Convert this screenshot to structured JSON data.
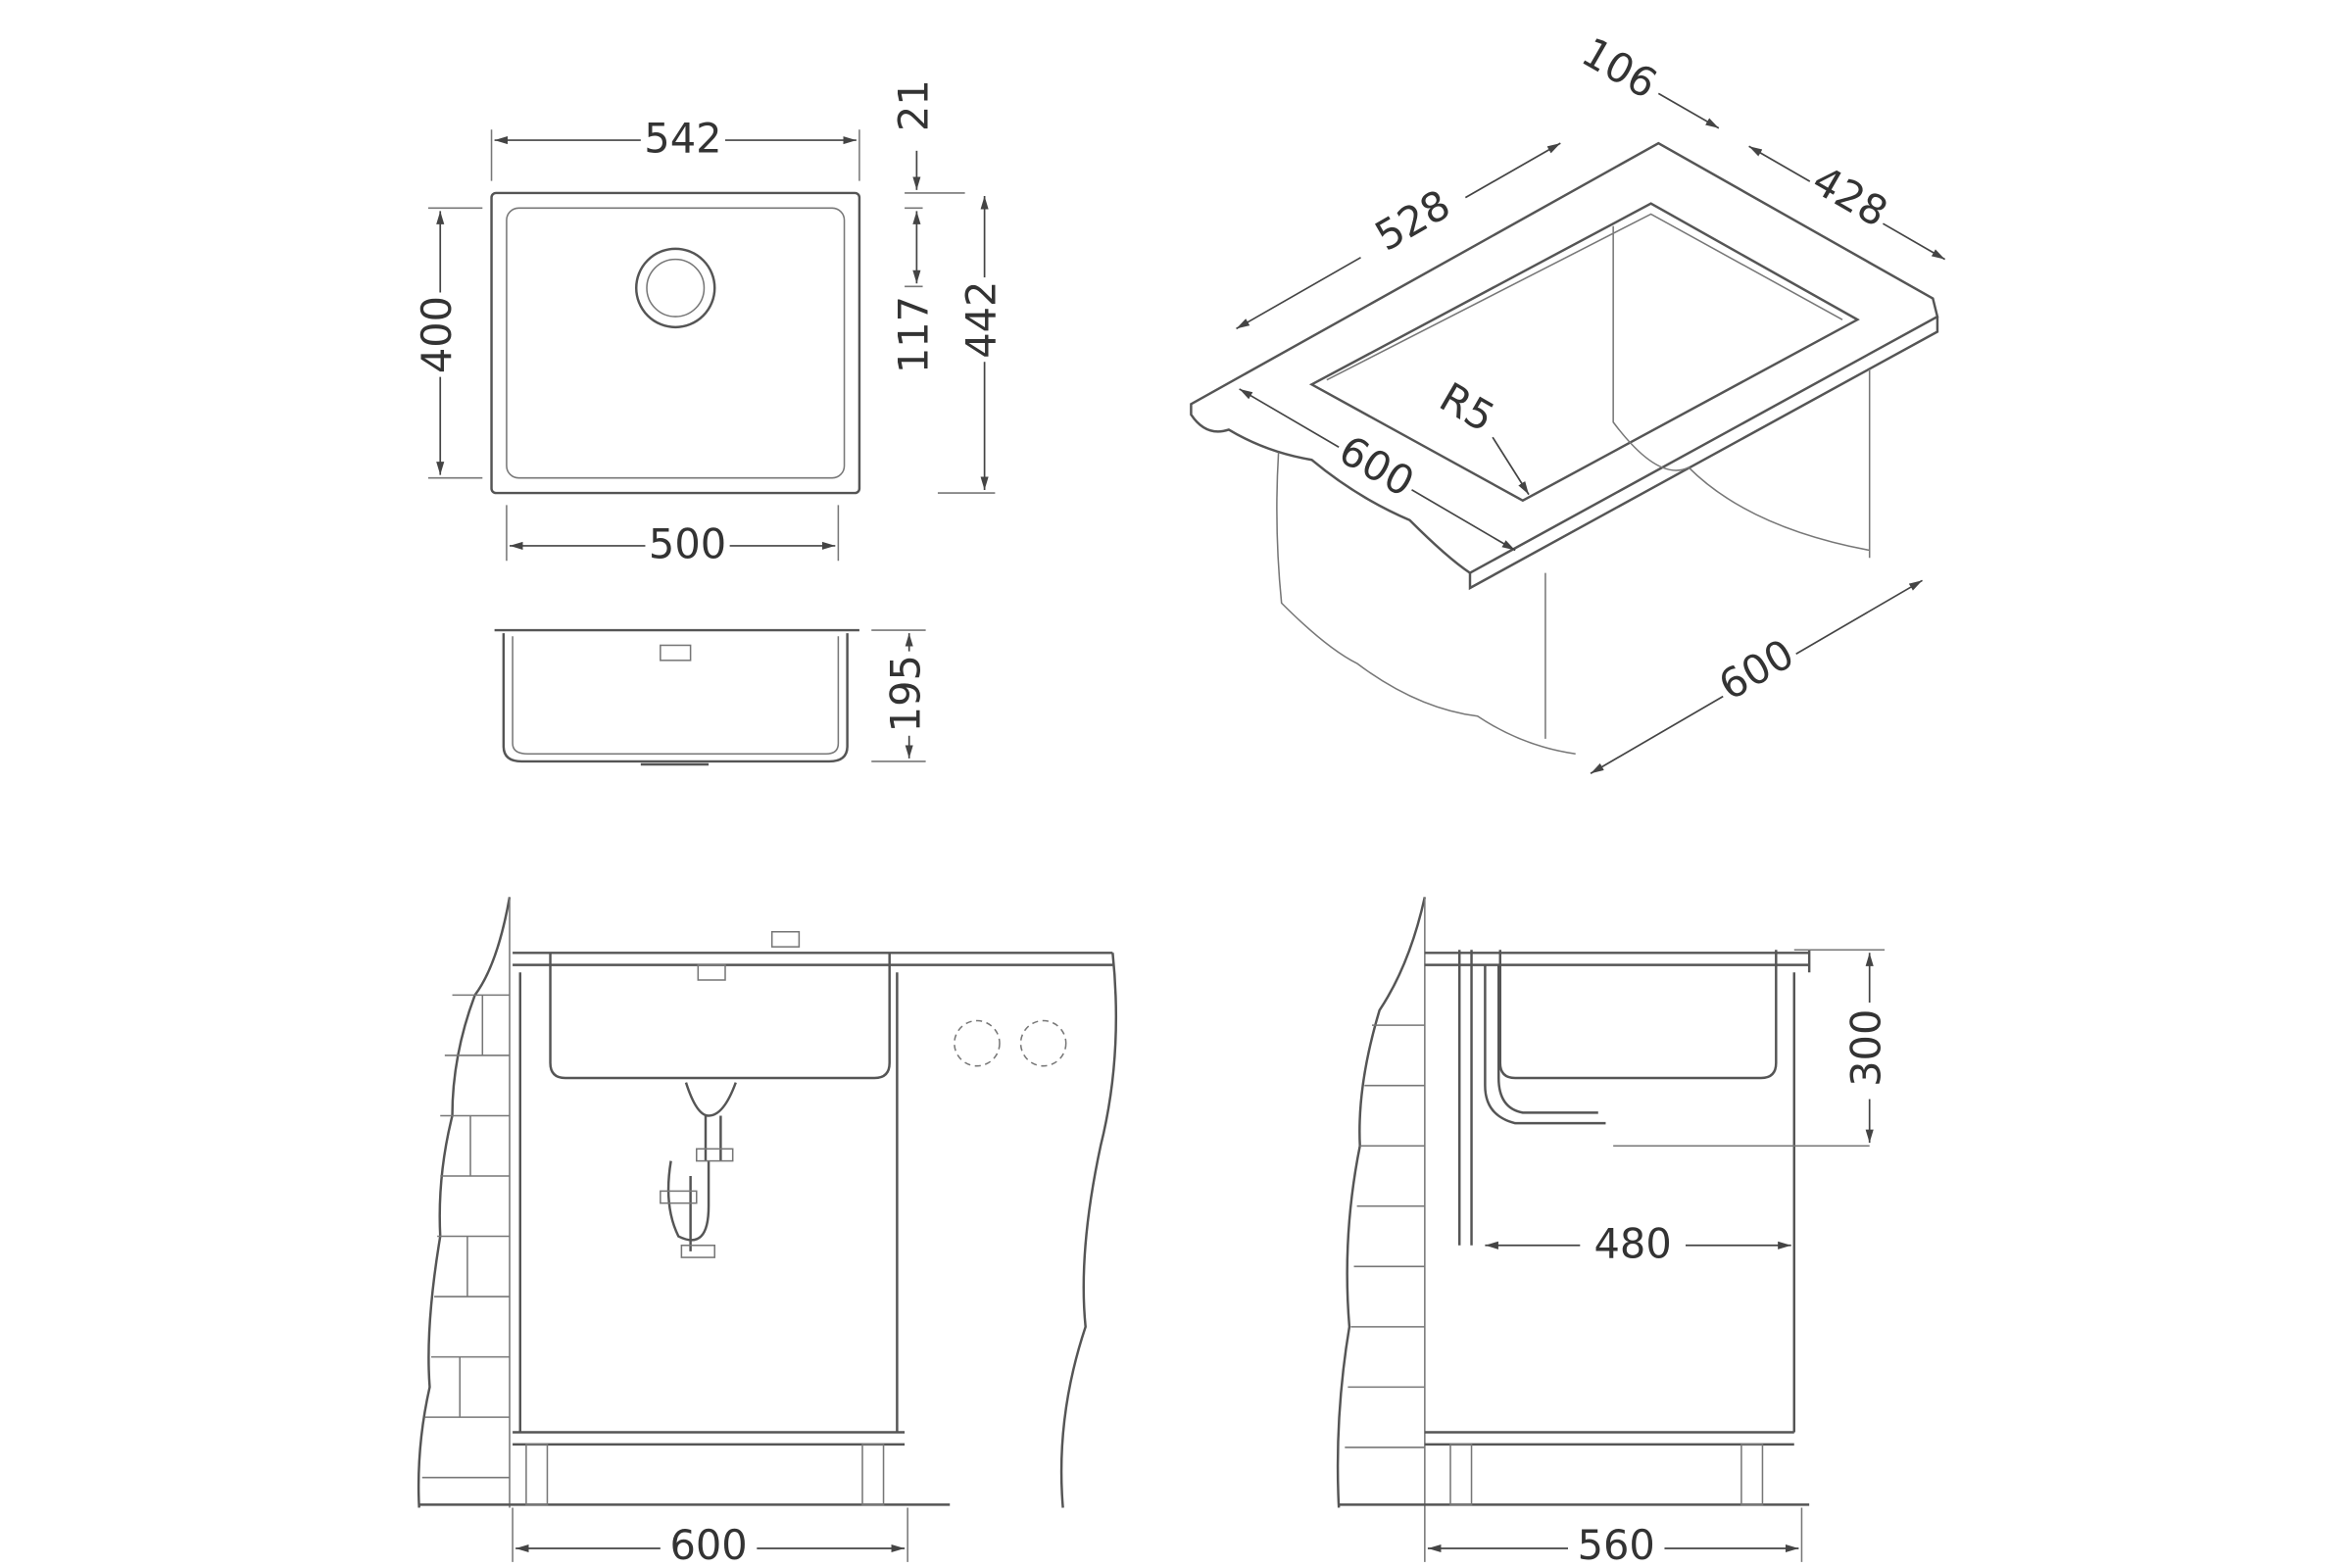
{
  "top_view": {
    "width_outer": "542",
    "width_inner": "500",
    "depth_inner": "400",
    "depth_outer": "442",
    "rim": "21",
    "drain_offset": "117"
  },
  "section_view": {
    "depth": "195"
  },
  "iso_view": {
    "length": "528",
    "rim": "106",
    "inner_width": "428",
    "counter_width": "600",
    "cabinet_depth": "600",
    "radius": "R5"
  },
  "front_elevation": {
    "cabinet_width": "600"
  },
  "side_elevation": {
    "height": "300",
    "drain_distance": "480",
    "cabinet_depth": "560"
  },
  "colors": {
    "line": "#555555",
    "background": "#ffffff"
  }
}
